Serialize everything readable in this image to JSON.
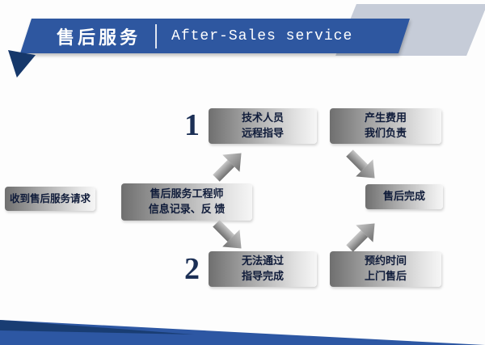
{
  "header": {
    "title_zh": "售后服务",
    "title_en": "After-Sales service"
  },
  "flow": {
    "start": {
      "label": "收到售后服务请求"
    },
    "dispatcher": {
      "line1": "售后服务工程师",
      "line2": "信息记录、反 馈"
    },
    "step1": {
      "number": "1",
      "line1": "技术人员",
      "line2": "远程指导"
    },
    "step1_result": {
      "line1": "产生费用",
      "line2": "我们负责"
    },
    "step2": {
      "number": "2",
      "line1": "无法通过",
      "line2": "指导完成"
    },
    "step2_result": {
      "line1": "预约时间",
      "line2": "上门售后"
    },
    "finish": {
      "label": "售后完成"
    }
  },
  "colors": {
    "banner_blue": "#2e57a0",
    "accent_navy": "#16386b",
    "header_back_gray": "#c6ccd8",
    "node_gradient_dark": "#6f6f6f",
    "node_gradient_light": "#f6f6f6",
    "node_text_navy": "#101c3a",
    "arrow_gray_light": "#c8c8c8",
    "arrow_gray_dark": "#707070"
  }
}
